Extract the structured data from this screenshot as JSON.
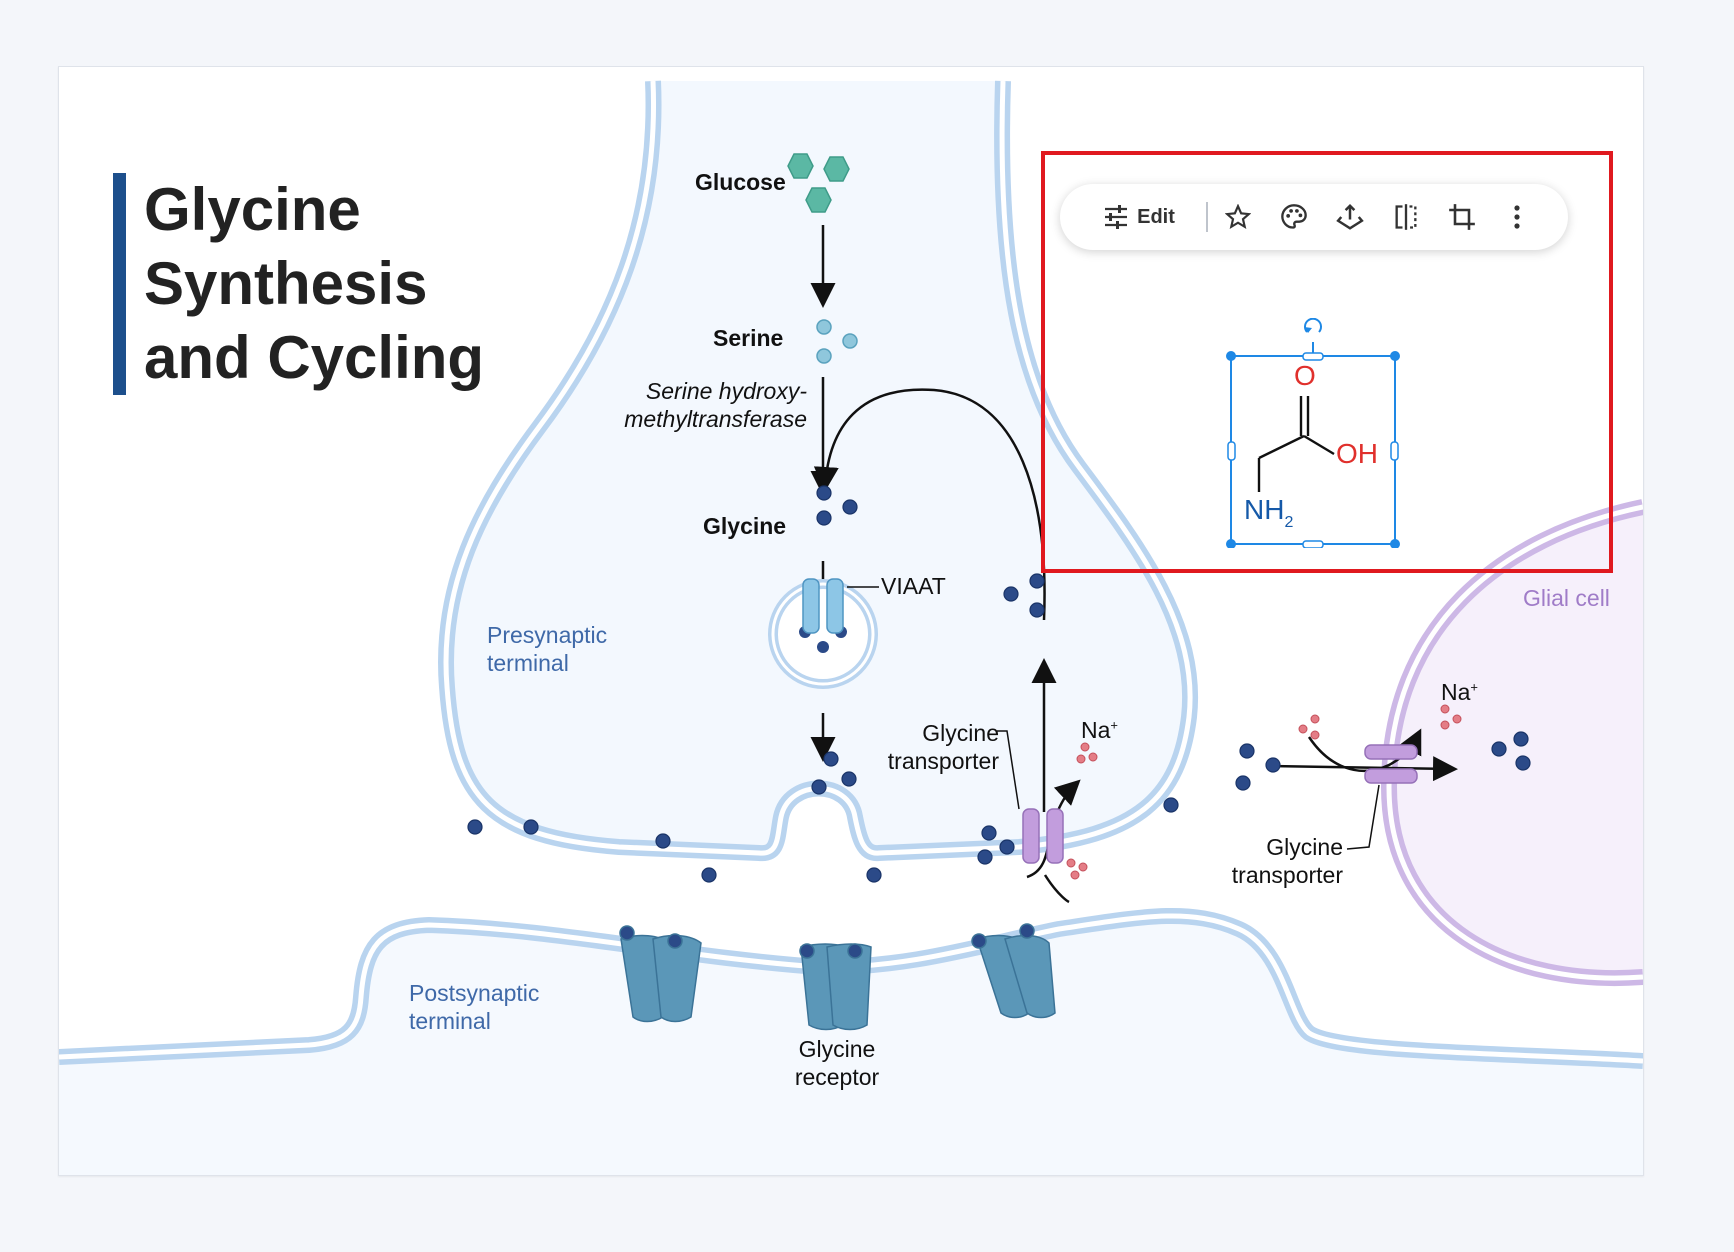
{
  "slide": {
    "title_lines": [
      "Glycine",
      "Synthesis",
      "and Cycling"
    ],
    "labels": {
      "glucose": "Glucose",
      "serine": "Serine",
      "enzyme_line1": "Serine hydroxy-",
      "enzyme_line2": "methyltransferase",
      "glycine": "Glycine",
      "viaat": "VIAAT",
      "presynaptic_line1": "Presynaptic",
      "presynaptic_line2": "terminal",
      "postsynaptic_line1": "Postsynaptic",
      "postsynaptic_line2": "terminal",
      "transporter1_line1": "Glycine",
      "transporter1_line2": "transporter",
      "transporter2_line1": "Glycine",
      "transporter2_line2": "transporter",
      "receptor_line1": "Glycine",
      "receptor_line2": "receptor",
      "na_symbol": "Na",
      "na_charge": "+",
      "glial": "Glial cell"
    }
  },
  "toolbar": {
    "edit_label": "Edit",
    "icons": [
      "sliders-icon",
      "star-icon",
      "palette-icon",
      "arrange-icon",
      "flip-icon",
      "crop-icon",
      "more-vert-icon"
    ]
  },
  "molecule": {
    "oxygen": "O",
    "hydroxyl": "OH",
    "amine": "NH",
    "amine_sub": "2"
  },
  "colors": {
    "title_bar": "#1d4f8c",
    "membrane": "#b9d4ef",
    "membrane_fill": "#f3f8fe",
    "glial": "#cdb8e6",
    "molecule_dot": "#2b4a88",
    "selection": "#1e88e5",
    "highlight": "#e0191f",
    "oxygen": "#e0302c",
    "nitrogen": "#1559a8"
  }
}
